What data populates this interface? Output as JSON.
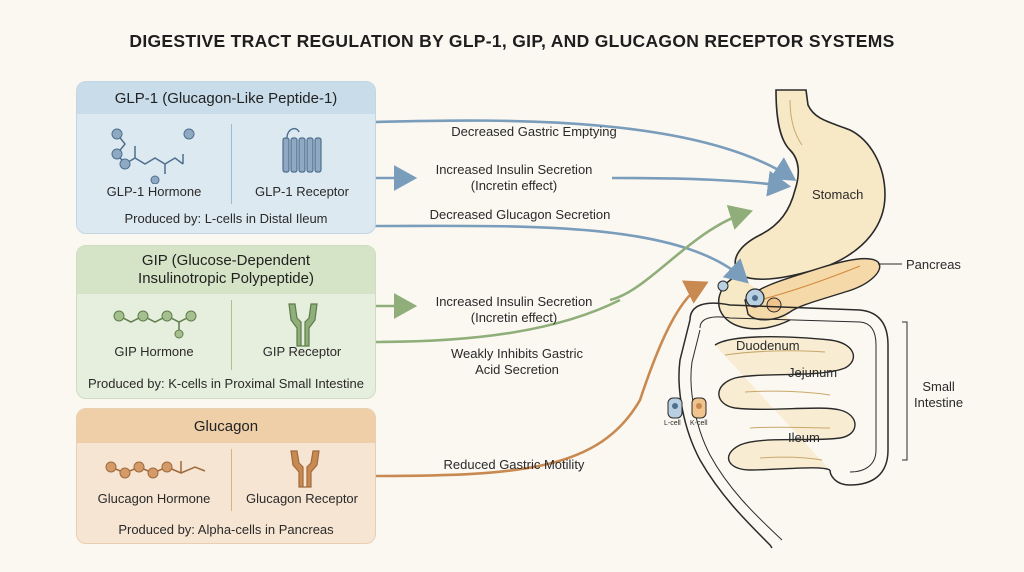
{
  "title": "DIGESTIVE TRACT REGULATION BY GLP-1, GIP, AND GLUCAGON RECEPTOR SYSTEMS",
  "panels": {
    "glp1": {
      "title": "GLP-1 (Glucagon-Like Peptide-1)",
      "hormone_label": "GLP-1 Hormone",
      "receptor_label": "GLP-1 Receptor",
      "produced_by": "Produced by: L-cells in Distal Ileum",
      "color": "#7a9dbb"
    },
    "gip": {
      "title_line1": "GIP (Glucose-Dependent",
      "title_line2": "Insulinotropic Polypeptide)",
      "hormone_label": "GIP Hormone",
      "receptor_label": "GIP Receptor",
      "produced_by": "Produced by: K-cells in Proximal Small Intestine",
      "color": "#8fae7a"
    },
    "glucagon": {
      "title": "Glucagon",
      "hormone_label": "Glucagon Hormone",
      "receptor_label": "Glucagon Receptor",
      "produced_by": "Produced by: Alpha-cells in Pancreas",
      "color": "#c98a52"
    }
  },
  "effects": {
    "glp1_gastric_emptying": "Decreased Gastric Emptying",
    "glp1_insulin_line1": "Increased Insulin Secretion",
    "glp1_insulin_line2": "(Incretin effect)",
    "glp1_glucagon": "Decreased Glucagon Secretion",
    "gip_insulin_line1": "Increased Insulin Secretion",
    "gip_insulin_line2": "(Incretin effect)",
    "gip_acid_line1": "Weakly Inhibits Gastric",
    "gip_acid_line2": "Acid Secretion",
    "glucagon_motility": "Reduced Gastric Motility"
  },
  "organs": {
    "stomach": "Stomach",
    "pancreas": "Pancreas",
    "duodenum": "Duodenum",
    "jejunum": "Jejunum",
    "ileum": "Ileum",
    "small_intestine_line1": "Small",
    "small_intestine_line2": "Intestine",
    "l_cell": "L-cell",
    "k_cell": "K-cell"
  }
}
